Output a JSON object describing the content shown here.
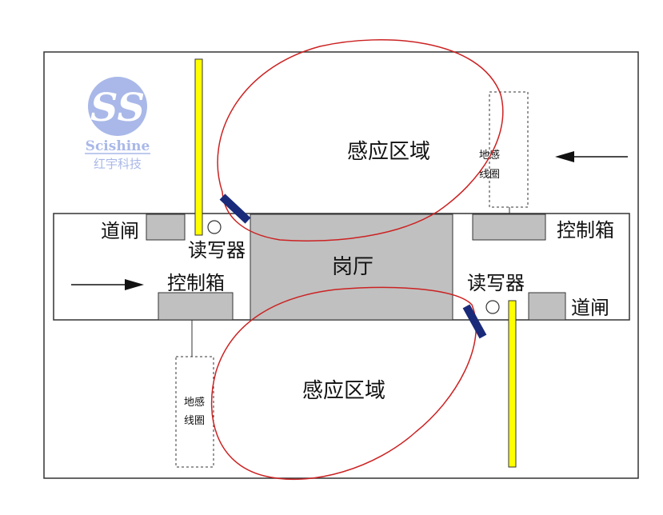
{
  "logo": {
    "brand_en": "Scishine",
    "brand_cn": "红宇科技"
  },
  "booth": {
    "label": "岗厅"
  },
  "zones": {
    "top": "感应区域",
    "bottom": "感应区域"
  },
  "gates": {
    "left": "道闸",
    "right": "道闸"
  },
  "readers": {
    "top": "读写器",
    "bottom": "读写器"
  },
  "control_boxes": {
    "top_right": "控制箱",
    "bottom_left": "控制箱"
  },
  "loops": {
    "top_right": {
      "line1": "地感",
      "line2": "线圈"
    },
    "bottom_left": {
      "line1": "地感",
      "line2": "线圈"
    }
  },
  "colors": {
    "barrier": "#ffff00",
    "zone_outline": "#cc2222",
    "reader": "#1a2a7a",
    "box_fill": "#c0c0c0",
    "logo": "#a9b8e8"
  }
}
